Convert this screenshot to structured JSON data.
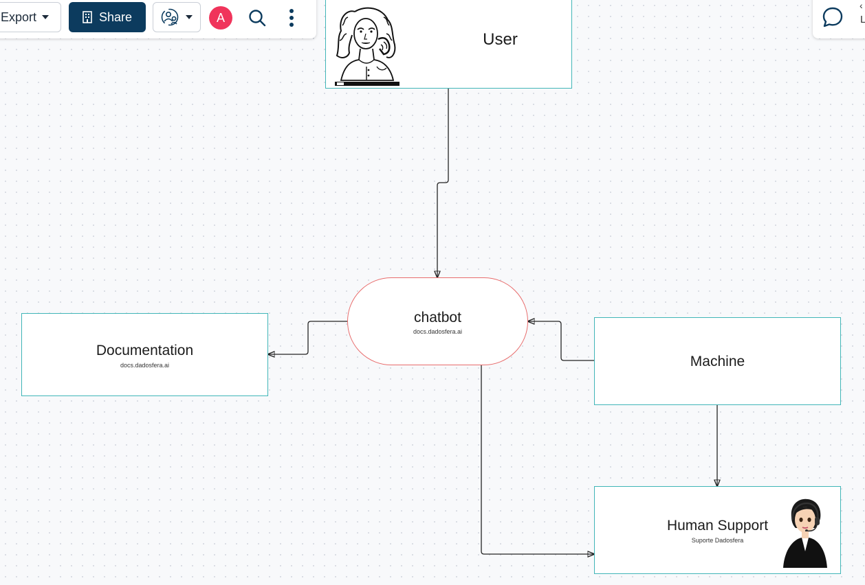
{
  "toolbar": {
    "export_label": "Export",
    "share_label": "Share",
    "avatar_initial": "A"
  },
  "colors": {
    "share_button_bg": "#0c3b5e",
    "avatar_bg": "#f0345b",
    "node_border": "#3fb5b7",
    "chatbot_border": "#e86b6b"
  },
  "icons": {
    "export_caret": "caret-down-icon",
    "share": "building-icon",
    "collaborators": "collaborators-icon",
    "collab_caret": "caret-down-icon",
    "search": "search-icon",
    "more": "more-vertical-icon",
    "comments": "comment-bubble-icon",
    "collapse": "chevron-left-icon"
  },
  "right_panel": {
    "partial_letter": "L"
  },
  "diagram": {
    "nodes": {
      "user": {
        "title": "User"
      },
      "chatbot": {
        "title": "chatbot",
        "subtitle": "docs.dadosfera.ai"
      },
      "documentation": {
        "title": "Documentation",
        "subtitle": "docs.dadosfera.ai"
      },
      "machine": {
        "title": "Machine"
      },
      "human_support": {
        "title": "Human Support",
        "subtitle": "Suporte Dadosfera"
      }
    },
    "edges": [
      {
        "from": "user",
        "to": "chatbot"
      },
      {
        "from": "chatbot",
        "to": "documentation"
      },
      {
        "from": "machine",
        "to": "chatbot"
      },
      {
        "from": "machine",
        "to": "human_support"
      },
      {
        "from": "chatbot",
        "to": "human_support"
      }
    ]
  }
}
